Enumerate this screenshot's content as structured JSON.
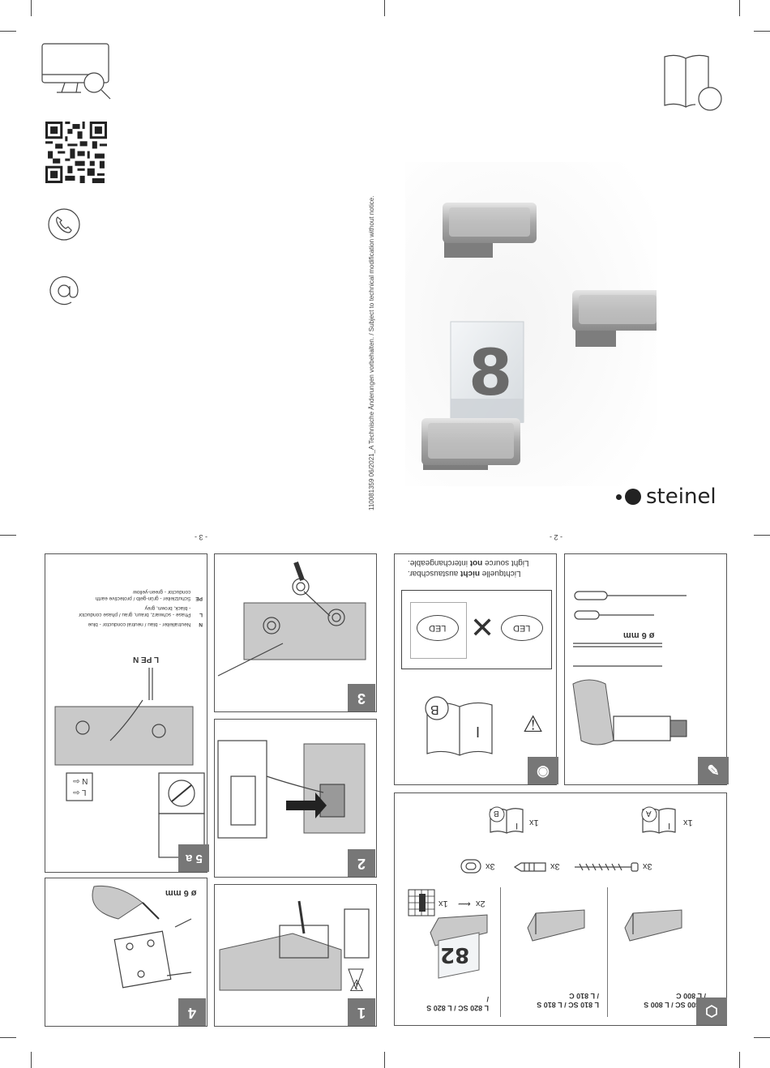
{
  "header": {
    "brand": "steinel",
    "vertical_note": "110081359  06/2021_A  Technische Änderungen vorbehalten. / Subject to technical modification without notice.",
    "product_number": "8"
  },
  "pages": {
    "left_page": "- 3 -",
    "right_page": "- 2 -"
  },
  "steps": {
    "s1": "1",
    "s2": "2",
    "s3": "3",
    "s4": "4",
    "s5": "5 a"
  },
  "step4": {
    "drill": "ø 6 mm"
  },
  "step5": {
    "labels": "L PE N",
    "terminal_n": "N ⇦",
    "terminal_l": "L ⇦",
    "legend": [
      {
        "code": "N",
        "text": "Neutralleiter - blau / neutral conductor - blue"
      },
      {
        "code": "L",
        "text": "Phase - schwarz, braun, grau / phase conductor - black, brown, grey"
      },
      {
        "code": "PE",
        "text": "Schutzleiter - grün-gelb / protective earth conductor - green-yellow"
      }
    ]
  },
  "tools": {
    "drill": "ø 6 mm"
  },
  "info": {
    "led": "LED",
    "line_de_prefix": "Lichtquelle ",
    "line_de_bold": "nicht",
    "line_de_suffix": " austauschbar.",
    "line_en_prefix": "Light source ",
    "line_en_bold": "not",
    "line_en_suffix": " interchangeable.",
    "booklet_i": "I",
    "booklet_b": "B"
  },
  "contents": {
    "qty_a": "1x",
    "qty_b": "1x",
    "booklet_a_letter": "A",
    "booklet_b_letter": "B",
    "booklet_roman": "I",
    "screws": "3x",
    "plugs": "3x",
    "seals": "3x",
    "small_screws": "2x",
    "sticker": "1x",
    "models": [
      {
        "name": "L 800 SC / L 800 S / L 800 C"
      },
      {
        "name": "L 810 SC / L 810 S / L 810 C"
      },
      {
        "name": "L 820 SC / L 820 S /"
      }
    ],
    "example_number": "82"
  }
}
